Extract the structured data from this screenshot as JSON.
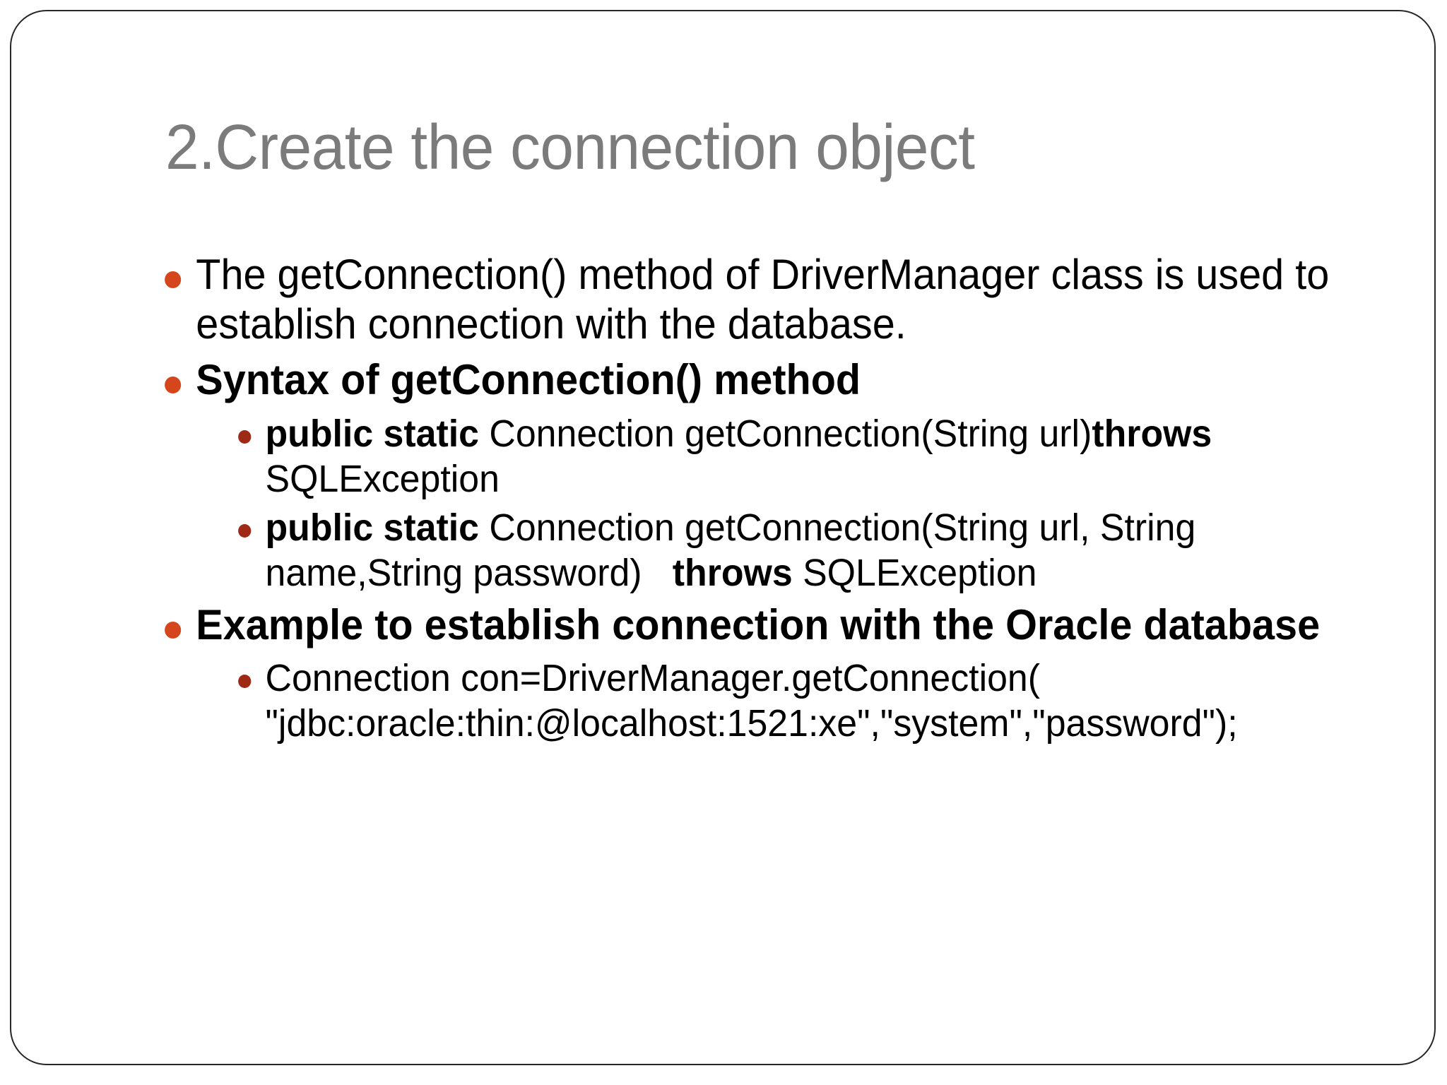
{
  "slide": {
    "title": "2.Create the connection object",
    "title_color": "#7b7b7b",
    "frame_border_color": "#272727",
    "background_color": "#ffffff",
    "bullet_level1_color": "#d6461c",
    "bullet_level2_color": "#9e2a16",
    "bullets": [
      {
        "level": 1,
        "bold": false,
        "text": "The getConnection() method of DriverManager class is used to establish connection with the database."
      },
      {
        "level": 1,
        "bold": true,
        "text": "Syntax of getConnection() method"
      },
      {
        "level": 2,
        "bold": false,
        "text": "public static Connection getConnection(String url)throws SQLException",
        "runs": [
          {
            "text": "public static",
            "bold": true
          },
          {
            "text": " Connection getConnection(String url)",
            "bold": false
          },
          {
            "text": "throws",
            "bold": true
          },
          {
            "text": " SQLException",
            "bold": false
          }
        ]
      },
      {
        "level": 2,
        "bold": false,
        "text": "public static Connection getConnection(String url, String name,String password)   throws SQLException",
        "runs": [
          {
            "text": "public static",
            "bold": true
          },
          {
            "text": " Connection getConnection(String url, String name,String password)   ",
            "bold": false
          },
          {
            "text": "throws",
            "bold": true
          },
          {
            "text": " SQLException",
            "bold": false
          }
        ]
      },
      {
        "level": 1,
        "bold": true,
        "text": "Example to establish connection with the Oracle database"
      },
      {
        "level": 2,
        "bold": false,
        "text": "Connection con=DriverManager.getConnection(  \"jdbc:oracle:thin:@localhost:1521:xe\",\"system\",\"password\");",
        "runs": [
          {
            "text": "Connection con=DriverManager.getConnection(  \"jdbc:oracle:thin:@localhost:1521:xe\",\"system\",\"password\");",
            "bold": false
          }
        ]
      }
    ]
  },
  "runs": {
    "b1_r1": "public static",
    "b1_r2": " Connection getConnection(String url)",
    "b1_r3": "t",
    "b1_r4": "hrows",
    "b1_r5": " SQLException",
    "b2_r1": "public static",
    "b2_r2": " Connection getConnection(String url, String name,String password)   ",
    "b2_r3": "throws",
    "b2_r4": " SQLException",
    "b3_r1": "Connection con=DriverManager.getConnection(  \"jdbc:oracle:thin:@localhost:1521:xe\",\"system\",\"password\");"
  }
}
